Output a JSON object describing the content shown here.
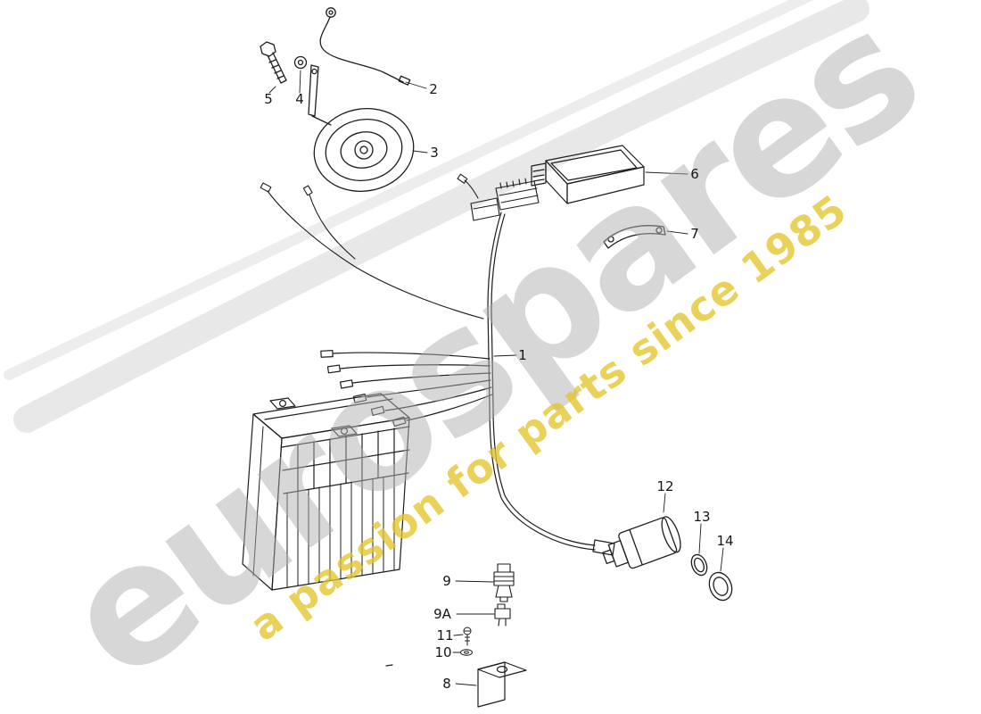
{
  "watermark": {
    "brand": "eurospares",
    "tagline": "a passion for parts since 1985",
    "brand_color": "#b0b0b0",
    "tagline_color": "#e3c42c"
  },
  "diagram": {
    "background": "#ffffff",
    "line_color": "#1d1d1d",
    "description": "exploded parts drawing: wiring harness, battery, horn, control unit, ignition parts"
  },
  "part_labels": {
    "p1": "1",
    "p2": "2",
    "p3": "3",
    "p4": "4",
    "p5": "5",
    "p6": "6",
    "p7": "7",
    "p8": "8",
    "p9": "9",
    "p9a": "9A",
    "p10": "10",
    "p11": "11",
    "p12": "12",
    "p13": "13",
    "p14": "14"
  }
}
